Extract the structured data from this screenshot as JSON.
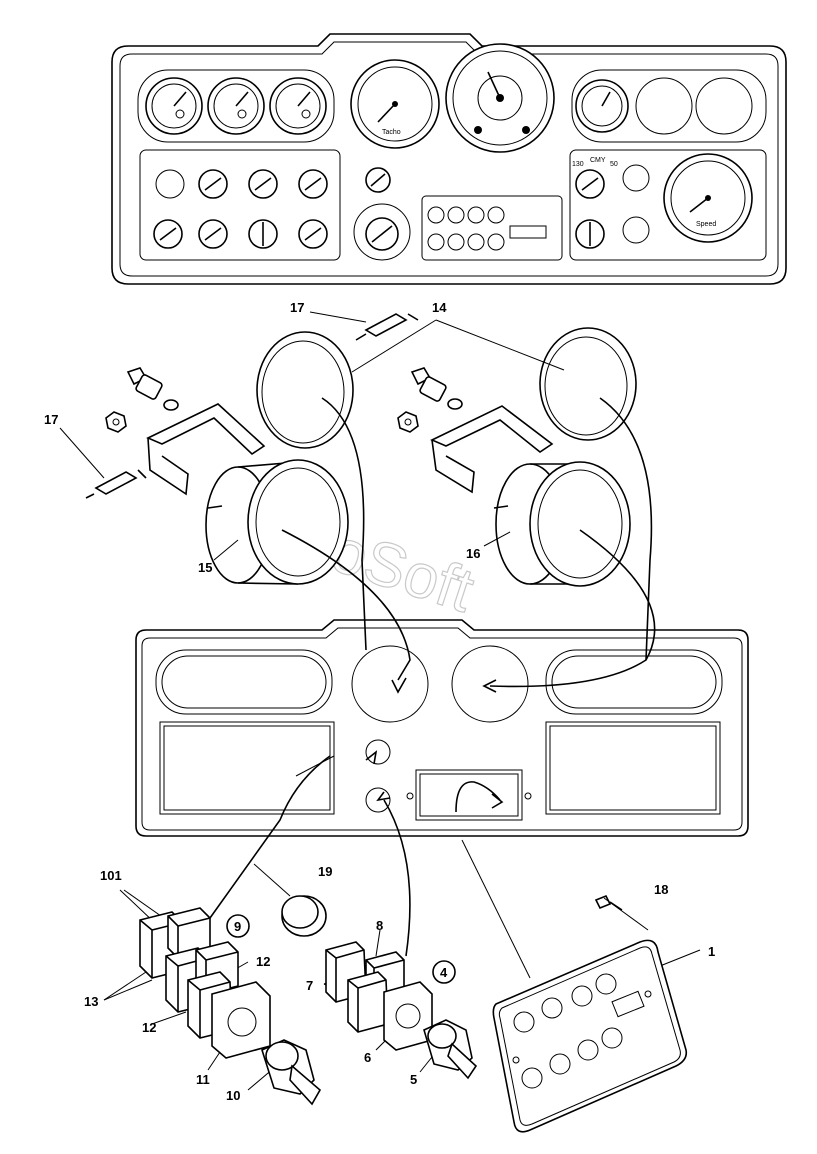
{
  "watermark": "AutoSoft",
  "callouts": {
    "c17a": "17",
    "c14": "14",
    "c17b": "17",
    "c15": "15",
    "c16": "16",
    "c101": "101",
    "c19": "19",
    "c18": "18",
    "c9": "9",
    "c12a": "12",
    "c8": "8",
    "c4": "4",
    "c1": "1",
    "c13": "13",
    "c7": "7",
    "c12b": "12",
    "c6": "6",
    "c11": "11",
    "c5": "5",
    "c10": "10"
  },
  "dash_labels": {
    "gauge_label_1": "Tacho",
    "gauge_label_2": "Speed",
    "switch_label": "CMY",
    "switch_num_left": "130",
    "switch_num_right": "50"
  }
}
